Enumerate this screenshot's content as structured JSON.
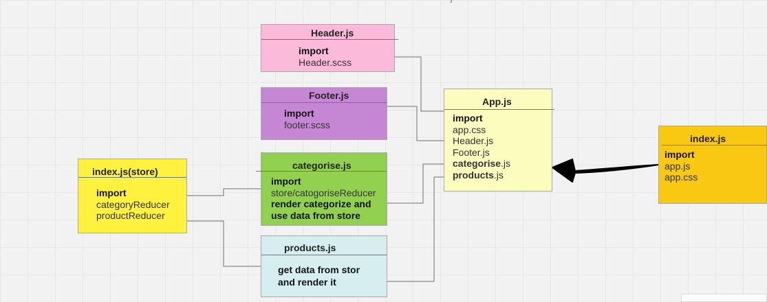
{
  "colors": {
    "header": "#fbbad9",
    "footer": "#c586d3",
    "categorise": "#92d14f",
    "products": "#d6eef0",
    "app": "#fbfcbe",
    "index": "#f9c813",
    "store": "#fef23e",
    "background": "#f2f2f2"
  },
  "header_box": {
    "title": "Header.js",
    "lines": [
      "import",
      "Header.scss"
    ]
  },
  "footer_box": {
    "title": "Footer.js",
    "lines": [
      "import",
      "footer.scss"
    ]
  },
  "categorise_box": {
    "title": "categorise.js",
    "lines": [
      "import",
      "store/catogoriseReducer",
      "render categorize and",
      "use data from store"
    ]
  },
  "products_box": {
    "title": "products.js",
    "lines": [
      "get data from stor",
      "and render it"
    ]
  },
  "app_box": {
    "title": "App.js",
    "import_label": "import",
    "app_css": "app.css",
    "header_js": "Header.js",
    "footer_js": "Footer.js",
    "categorise_name": "categorise",
    "categorise_ext": ".js",
    "products_name": "products",
    "products_ext": ".js"
  },
  "index_box": {
    "title": "index.js",
    "lines": [
      "import",
      "app.js",
      "app.css"
    ]
  },
  "store_box": {
    "title": "index.js(store)",
    "lines": [
      "import",
      "categoryReducer",
      "productReducer"
    ]
  },
  "top_mark": "j"
}
